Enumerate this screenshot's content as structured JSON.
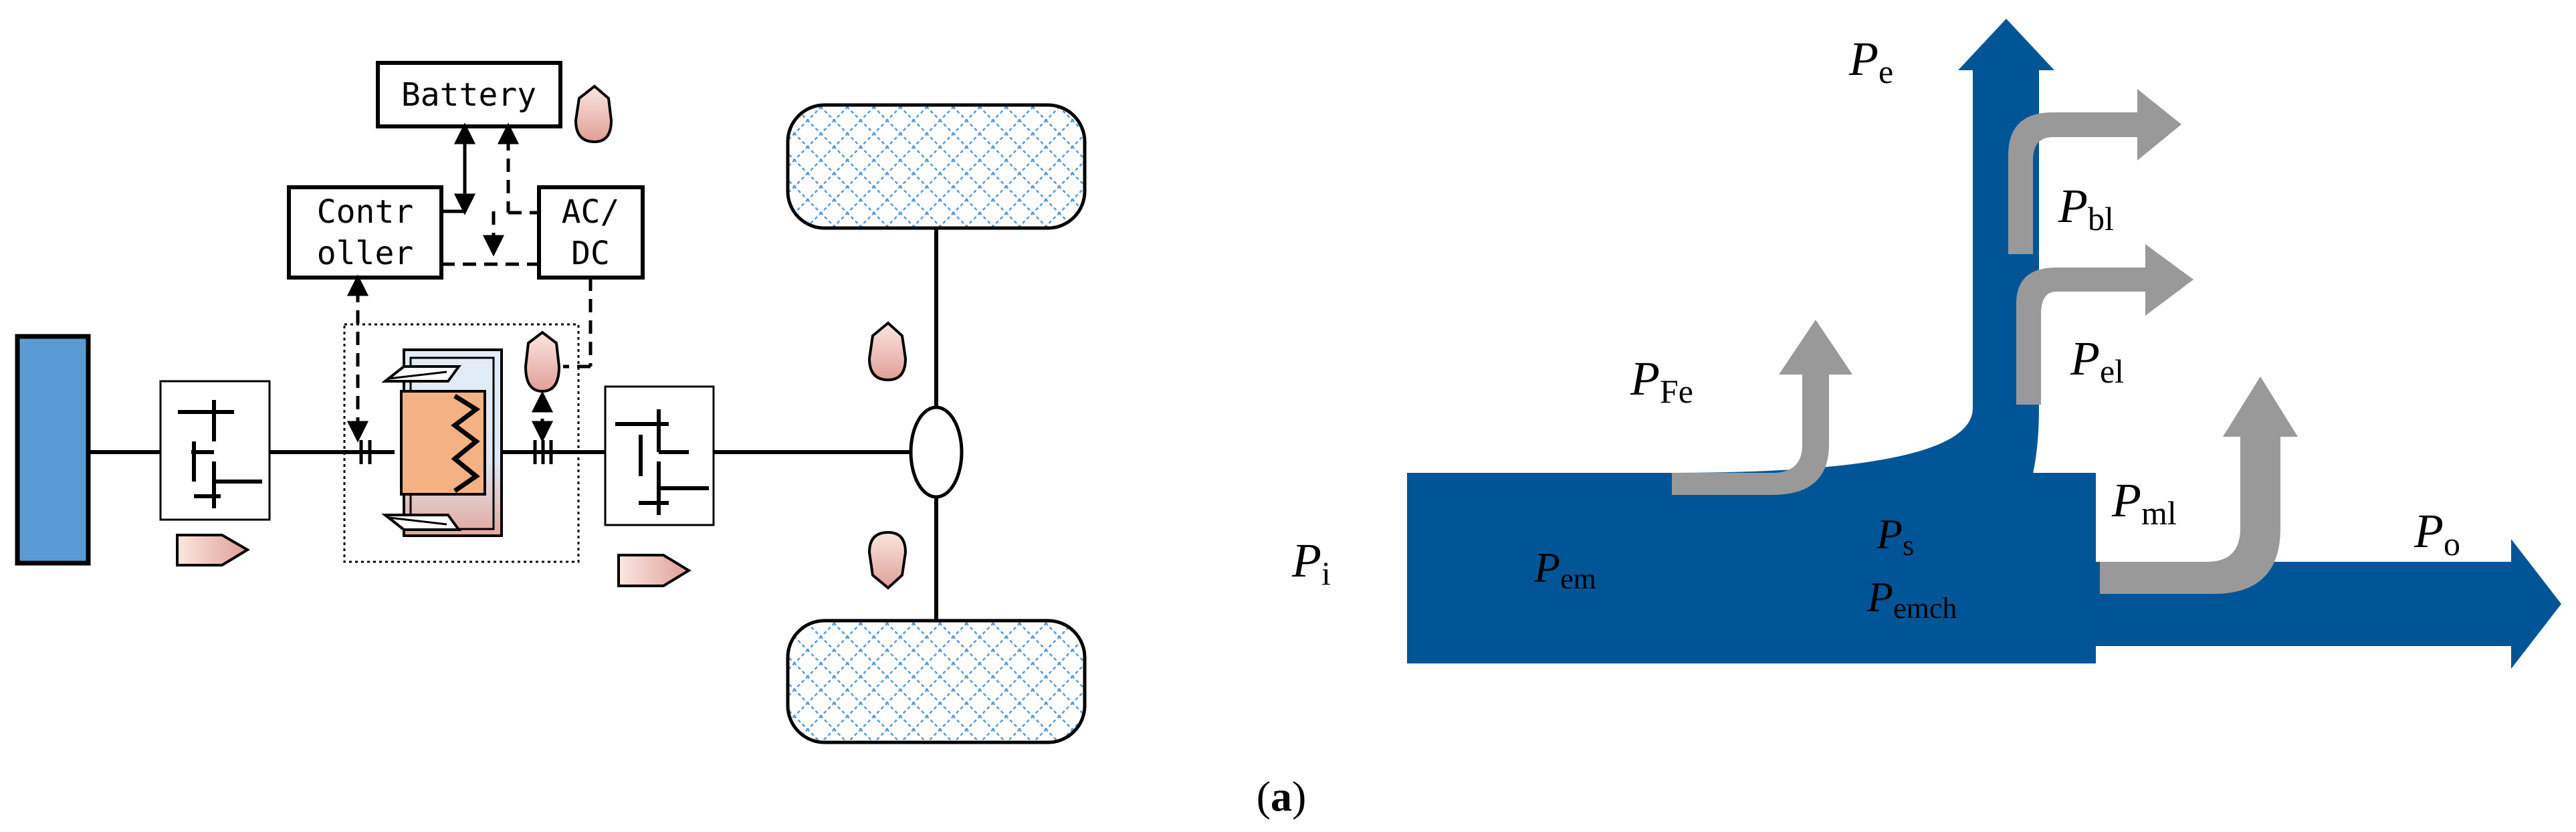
{
  "left_diagram": {
    "battery_label": "Battery",
    "controller_label_line1": "Contr",
    "controller_label_line2": "oller",
    "acdc_label_line1": "AC/",
    "acdc_label_line2": "DC"
  },
  "right_diagram": {
    "labels": {
      "pe": {
        "main": "P",
        "sub": "e"
      },
      "pbl": {
        "main": "P",
        "sub": "bl"
      },
      "pfe": {
        "main": "P",
        "sub": "Fe"
      },
      "pel": {
        "main": "P",
        "sub": "el"
      },
      "pml": {
        "main": "P",
        "sub": "ml"
      },
      "po": {
        "main": "P",
        "sub": "o"
      },
      "pi": {
        "main": "P",
        "sub": "i"
      },
      "pem": {
        "main": "P",
        "sub": "em"
      },
      "ps": {
        "main": "P",
        "sub": "s"
      },
      "pemch": {
        "main": "P",
        "sub": "emch"
      }
    },
    "colors": {
      "main_flow": "#005596",
      "loss_flow": "#999999"
    }
  },
  "caption": {
    "open": "(",
    "letter": "a",
    "close": ")"
  }
}
